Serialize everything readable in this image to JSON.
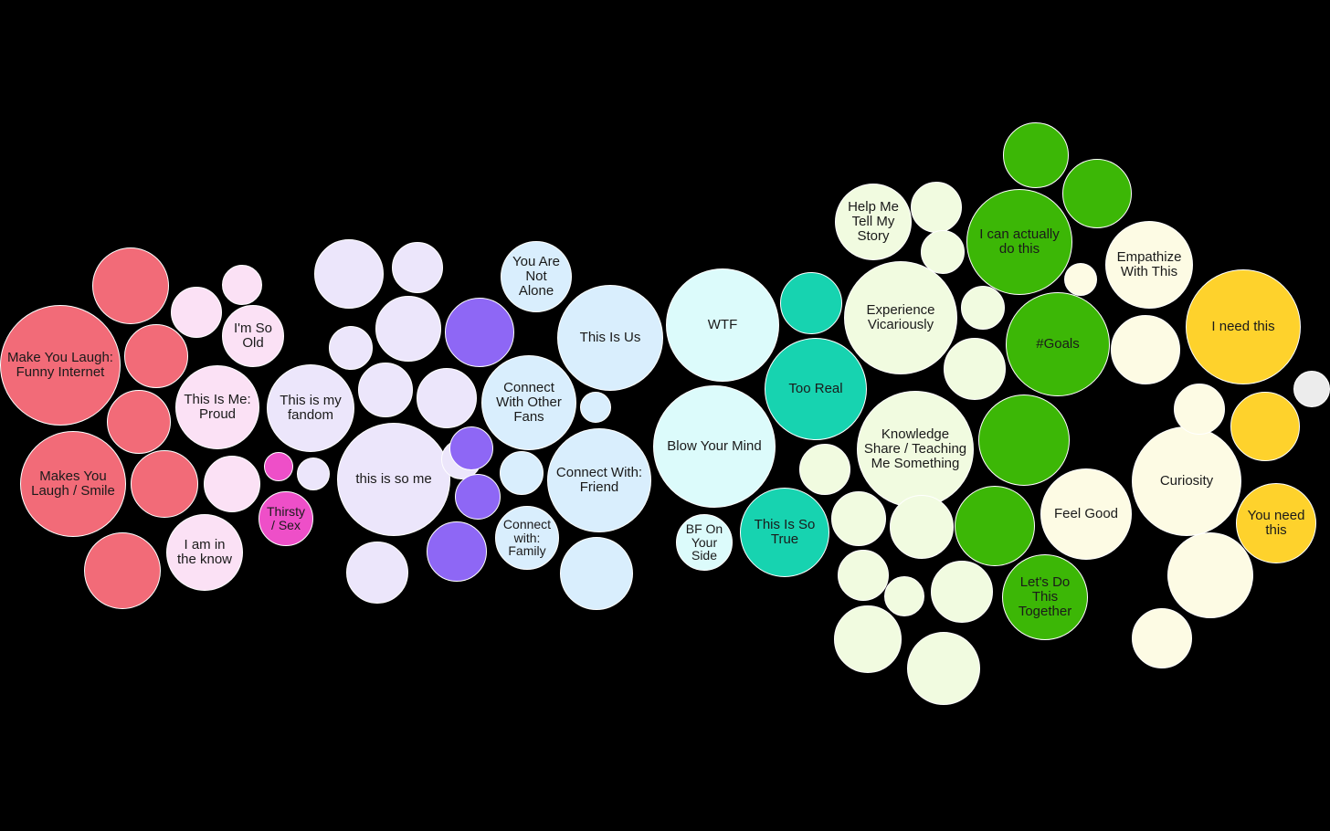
{
  "palette": {
    "red": "#f26b78",
    "pink_light": "#fbe1f5",
    "magenta": "#ee4fc8",
    "lavender": "#ece6fb",
    "purple": "#8e67f5",
    "blue_light": "#d9eefd",
    "cyan_light": "#dcfbfb",
    "teal": "#17d3b0",
    "green_light": "#f1fbe0",
    "green": "#3cb706",
    "cream": "#fdfbe4",
    "yellow": "#fed22c",
    "gray": "#ececec"
  },
  "bubbles": [
    {
      "id": "b1",
      "label": "Make You Laugh: Funny Internet",
      "color": "red"
    },
    {
      "id": "b2",
      "label": "",
      "color": "red"
    },
    {
      "id": "b3",
      "label": "",
      "color": "red"
    },
    {
      "id": "b4",
      "label": "",
      "color": "red"
    },
    {
      "id": "b5",
      "label": "Makes You Laugh / Smile",
      "color": "red"
    },
    {
      "id": "b6",
      "label": "",
      "color": "red"
    },
    {
      "id": "b7",
      "label": "",
      "color": "red"
    },
    {
      "id": "b8",
      "label": "",
      "color": "pink_light"
    },
    {
      "id": "b9",
      "label": "",
      "color": "pink_light"
    },
    {
      "id": "b10",
      "label": "I'm So Old",
      "color": "pink_light"
    },
    {
      "id": "b11",
      "label": "This Is Me: Proud",
      "color": "pink_light"
    },
    {
      "id": "b12",
      "label": "",
      "color": "pink_light"
    },
    {
      "id": "b13",
      "label": "I am in the know",
      "color": "pink_light"
    },
    {
      "id": "b14",
      "label": "",
      "color": "magenta"
    },
    {
      "id": "b15",
      "label": "Thirsty / Sex",
      "color": "magenta"
    },
    {
      "id": "b16",
      "label": "This is my fandom",
      "color": "lavender"
    },
    {
      "id": "b17",
      "label": "",
      "color": "lavender"
    },
    {
      "id": "b18",
      "label": "",
      "color": "lavender"
    },
    {
      "id": "b19",
      "label": "",
      "color": "lavender"
    },
    {
      "id": "b20",
      "label": "",
      "color": "lavender"
    },
    {
      "id": "b21",
      "label": "",
      "color": "lavender"
    },
    {
      "id": "b22",
      "label": "",
      "color": "lavender"
    },
    {
      "id": "b23",
      "label": "",
      "color": "lavender"
    },
    {
      "id": "b24",
      "label": "this is so me",
      "color": "lavender"
    },
    {
      "id": "b25",
      "label": "",
      "color": "lavender"
    },
    {
      "id": "b26",
      "label": "",
      "color": "lavender"
    },
    {
      "id": "b27",
      "label": "",
      "color": "purple"
    },
    {
      "id": "b28",
      "label": "",
      "color": "purple"
    },
    {
      "id": "b29",
      "label": "",
      "color": "purple"
    },
    {
      "id": "b30",
      "label": "",
      "color": "purple"
    },
    {
      "id": "b31",
      "label": "You Are Not Alone",
      "color": "blue_light"
    },
    {
      "id": "b32",
      "label": "This Is Us",
      "color": "blue_light"
    },
    {
      "id": "b33",
      "label": "Connect With Other Fans",
      "color": "blue_light"
    },
    {
      "id": "b34",
      "label": "",
      "color": "blue_light"
    },
    {
      "id": "b35",
      "label": "",
      "color": "blue_light"
    },
    {
      "id": "b36",
      "label": "Connect With: Friend",
      "color": "blue_light"
    },
    {
      "id": "b37",
      "label": "Connect with: Family",
      "color": "blue_light"
    },
    {
      "id": "b38",
      "label": "",
      "color": "blue_light"
    },
    {
      "id": "b39",
      "label": "WTF",
      "color": "cyan_light"
    },
    {
      "id": "b40",
      "label": "Blow Your Mind",
      "color": "cyan_light"
    },
    {
      "id": "b41",
      "label": "BF On Your Side",
      "color": "cyan_light"
    },
    {
      "id": "b42",
      "label": "",
      "color": "teal"
    },
    {
      "id": "b43",
      "label": "Too Real",
      "color": "teal"
    },
    {
      "id": "b44",
      "label": "This Is So True",
      "color": "teal"
    },
    {
      "id": "b45",
      "label": "Help Me Tell My Story",
      "color": "green_light"
    },
    {
      "id": "b46",
      "label": "",
      "color": "green_light"
    },
    {
      "id": "b47",
      "label": "Experience Vicariously",
      "color": "green_light"
    },
    {
      "id": "b48",
      "label": "",
      "color": "green_light"
    },
    {
      "id": "b49",
      "label": "",
      "color": "green_light"
    },
    {
      "id": "b50",
      "label": "Knowledge Share / Teaching Me Something",
      "color": "green_light"
    },
    {
      "id": "b51",
      "label": "",
      "color": "green_light"
    },
    {
      "id": "b52",
      "label": "",
      "color": "green_light"
    },
    {
      "id": "b53",
      "label": "",
      "color": "green_light"
    },
    {
      "id": "b54",
      "label": "",
      "color": "green_light"
    },
    {
      "id": "b55",
      "label": "",
      "color": "green_light"
    },
    {
      "id": "b56",
      "label": "",
      "color": "green_light"
    },
    {
      "id": "b57",
      "label": "",
      "color": "green_light"
    },
    {
      "id": "b58",
      "label": "",
      "color": "green_light"
    },
    {
      "id": "b59",
      "label": "",
      "color": "green_light"
    },
    {
      "id": "b60",
      "label": "",
      "color": "green"
    },
    {
      "id": "b61",
      "label": "",
      "color": "green"
    },
    {
      "id": "b62",
      "label": "I can actually do this",
      "color": "green"
    },
    {
      "id": "b63",
      "label": "#Goals",
      "color": "green"
    },
    {
      "id": "b64",
      "label": "",
      "color": "green"
    },
    {
      "id": "b65",
      "label": "",
      "color": "green"
    },
    {
      "id": "b66",
      "label": "Let's Do This Together",
      "color": "green"
    },
    {
      "id": "b67",
      "label": "Empathize With This",
      "color": "cream"
    },
    {
      "id": "b68",
      "label": "",
      "color": "cream"
    },
    {
      "id": "b69",
      "label": "",
      "color": "cream"
    },
    {
      "id": "b70",
      "label": "Feel Good",
      "color": "cream"
    },
    {
      "id": "b71",
      "label": "Curiosity",
      "color": "cream"
    },
    {
      "id": "b72",
      "label": "",
      "color": "cream"
    },
    {
      "id": "b73",
      "label": "",
      "color": "cream"
    },
    {
      "id": "b74",
      "label": "",
      "color": "cream"
    },
    {
      "id": "b75",
      "label": "I need this",
      "color": "yellow"
    },
    {
      "id": "b76",
      "label": "",
      "color": "yellow"
    },
    {
      "id": "b77",
      "label": "You need this",
      "color": "yellow"
    },
    {
      "id": "b78",
      "label": "",
      "color": "gray"
    }
  ]
}
